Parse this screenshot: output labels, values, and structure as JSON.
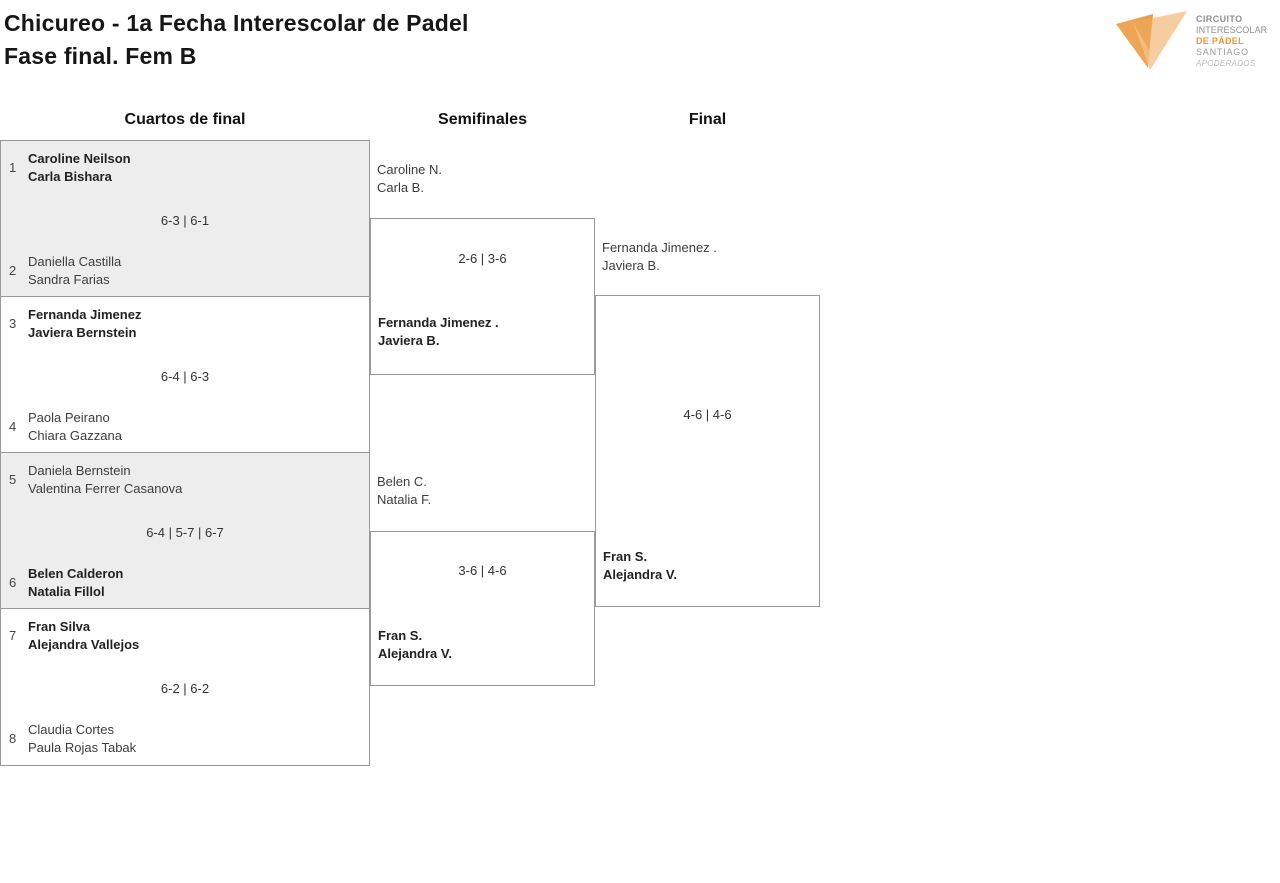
{
  "header": {
    "title_line1": "Chicureo - 1a Fecha Interescolar de Padel",
    "title_line2": "Fase final. Fem B"
  },
  "columns": {
    "quarterfinals": "Cuartos de final",
    "semifinals": "Semifinales",
    "final": "Final"
  },
  "logo": {
    "line1": "CIRCUITO",
    "line2": "INTERESCOLAR",
    "line3": "DE PÁDEL",
    "line4": "SANTIAGO",
    "line5": "APODERADOS",
    "orange_dark": "#ec9a3f",
    "orange_light": "#f4c187"
  },
  "qf": [
    {
      "seed1": "1",
      "p1a": "Caroline Neilson",
      "p1b": "Carla Bishara",
      "score": "6-3 | 6-1",
      "seed2": "2",
      "p2a": "Daniella Castilla",
      "p2b": "Sandra Farias"
    },
    {
      "seed1": "3",
      "p1a": "Fernanda Jimenez",
      "p1b": "Javiera Bernstein",
      "score": "6-4 | 6-3",
      "seed2": "4",
      "p2a": "Paola Peirano",
      "p2b": "Chiara Gazzana"
    },
    {
      "seed1": "5",
      "p1a": "Daniela Bernstein",
      "p1b": "Valentina Ferrer Casanova",
      "score": "6-4 | 5-7 | 6-7",
      "seed2": "6",
      "p2a": "Belen Calderon",
      "p2b": "Natalia Fillol"
    },
    {
      "seed1": "7",
      "p1a": "Fran Silva",
      "p1b": "Alejandra Vallejos",
      "score": "6-2 | 6-2",
      "seed2": "8",
      "p2a": "Claudia Cortes",
      "p2b": "Paula Rojas Tabak"
    }
  ],
  "sf": [
    {
      "p1a": "Caroline N.",
      "p1b": "Carla B.",
      "score": "2-6 | 3-6",
      "p2a": "Fernanda Jimenez .",
      "p2b": "Javiera B."
    },
    {
      "p1a": "Belen C.",
      "p1b": "Natalia F.",
      "score": "3-6 | 4-6",
      "p2a": "Fran S.",
      "p2b": "Alejandra V."
    }
  ],
  "final": {
    "p1a": "Fernanda Jimenez .",
    "p1b": "Javiera B.",
    "score": "4-6 | 4-6",
    "p2a": "Fran S.",
    "p2b": "Alejandra V."
  }
}
